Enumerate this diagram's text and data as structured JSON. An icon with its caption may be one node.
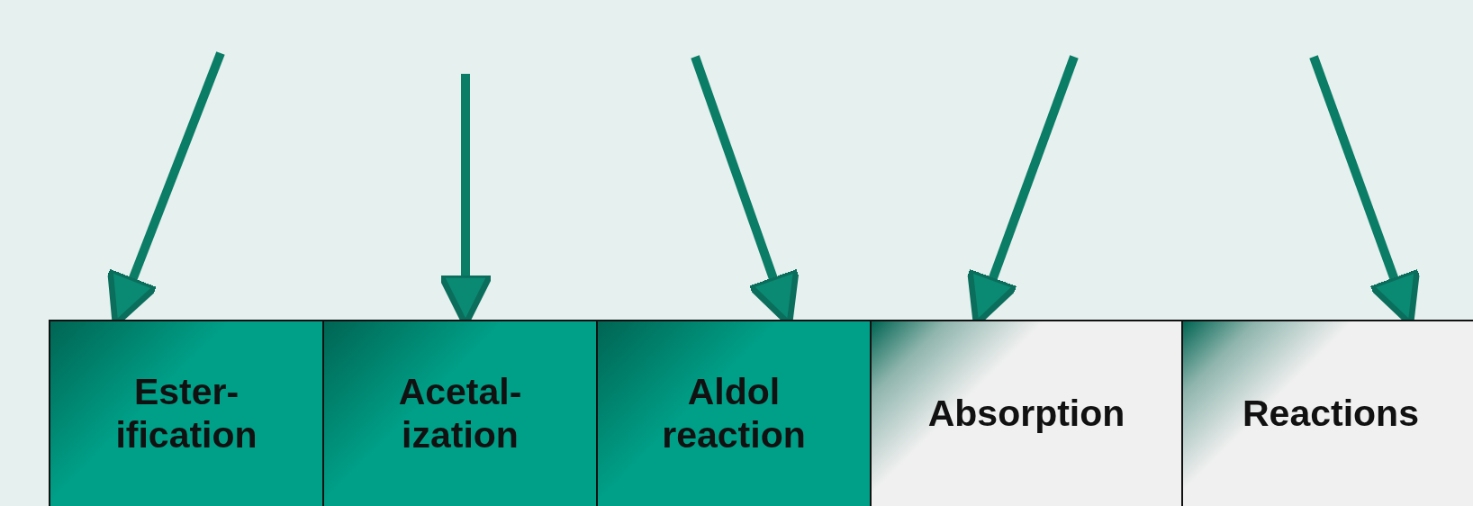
{
  "diagram": {
    "nodes": [
      {
        "text": [
          "Ester- ification"
        ]
      },
      {
        "text": [
          "Acetal- ization"
        ]
      },
      {
        "text": [
          "Aldol reaction"
        ]
      },
      {
        "text": [
          "Absorption"
        ]
      },
      {
        "text": [
          "Reactions"
        ]
      }
    ],
    "edges": [
      {
        "from": null,
        "to": 0,
        "arrow": "to"
      },
      {
        "from": null,
        "to": 1,
        "arrow": "to"
      },
      {
        "from": null,
        "to": 2,
        "arrow": "to"
      },
      {
        "from": null,
        "to": 3,
        "arrow": "to"
      },
      {
        "from": null,
        "to": 4,
        "arrow": "to"
      }
    ]
  }
}
